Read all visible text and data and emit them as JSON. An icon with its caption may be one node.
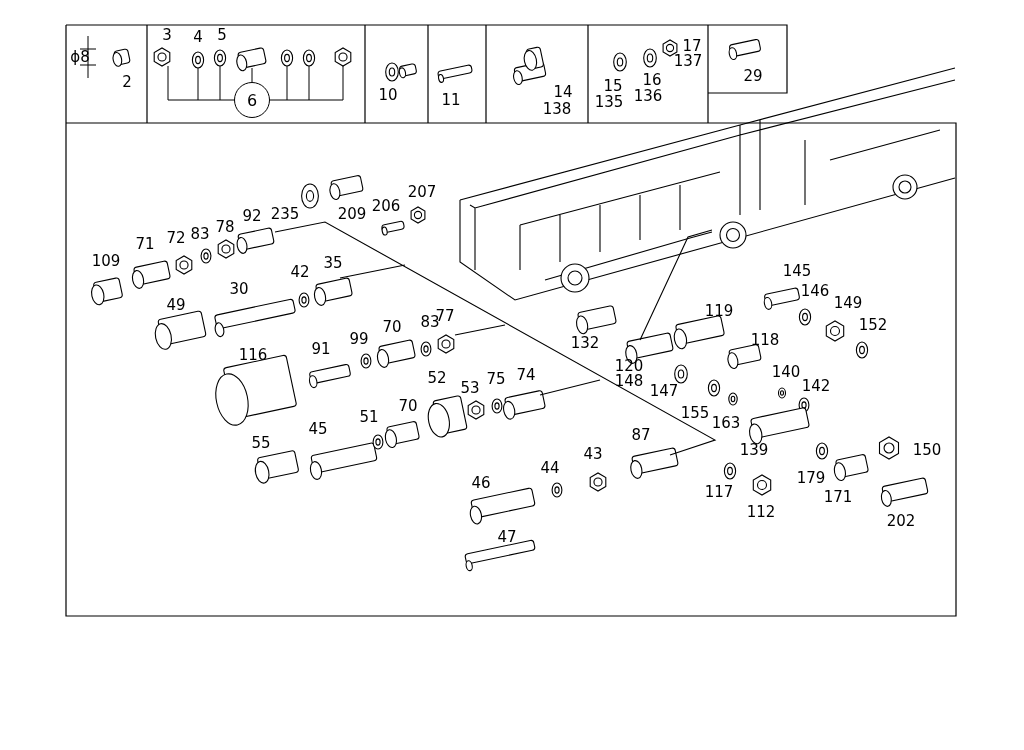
{
  "diagram": {
    "nodes": [
      {
        "text": [
          "6"
        ]
      }
    ],
    "labels": [
      "ϕ8",
      "2",
      "3",
      "4",
      "5",
      "10",
      "11",
      "14",
      "138",
      "17",
      "137",
      "15",
      "16",
      "135",
      "136",
      "29",
      "207",
      "235",
      "209",
      "206",
      "92",
      "78",
      "83",
      "72",
      "71",
      "109",
      "145",
      "42",
      "35",
      "146",
      "149",
      "30",
      "119",
      "77",
      "152",
      "49",
      "83",
      "70",
      "99",
      "91",
      "118",
      "132",
      "116",
      "120",
      "140",
      "148",
      "52",
      "74",
      "75",
      "53",
      "142",
      "147",
      "155",
      "163",
      "45",
      "51",
      "70",
      "87",
      "139",
      "150",
      "55",
      "43",
      "44",
      "179",
      "46",
      "117",
      "171",
      "112",
      "202",
      "47"
    ]
  }
}
